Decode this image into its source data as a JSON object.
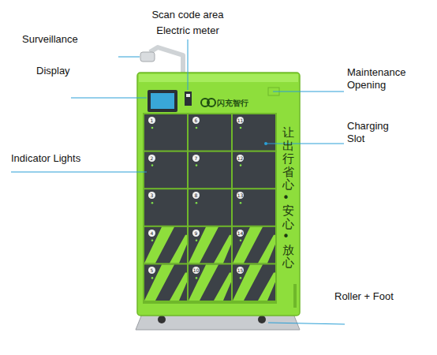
{
  "diagram": {
    "labels": [
      "Surveillance",
      "Scan code area",
      "Electric meter",
      "Display",
      "Maintenance Opening",
      "Charging Slot",
      "Indicator Lights",
      "Roller + Foot",
      "闪充智行",
      "让出行省心•安心•放心",
      "1",
      "2",
      "3",
      "4",
      "5",
      "6",
      "7",
      "8",
      "9",
      "10",
      "11",
      "12",
      "13",
      "14",
      "15"
    ]
  }
}
